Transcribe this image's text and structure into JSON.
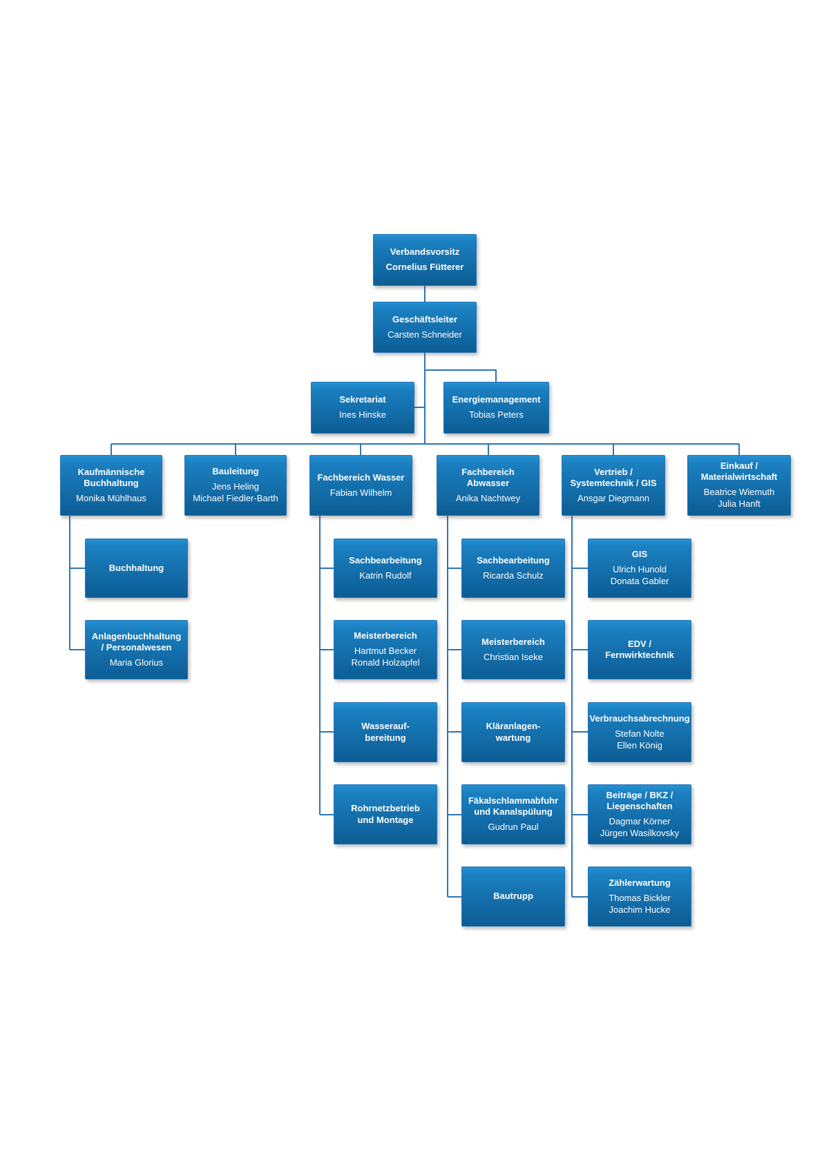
{
  "colors": {
    "box_top": "#2491d3",
    "box_mid": "#1b7fc0",
    "box_bottom": "#0c5d94",
    "box_border": "#2574b5",
    "connector": "#2e74b5",
    "text": "#ffffff"
  },
  "nodes": {
    "verbandsvorsitz": {
      "title": "Verbandsvorsitz",
      "names": [
        "Cornelius Fütterer"
      ]
    },
    "geschaeftsleiter": {
      "title": "Geschäftsleiter",
      "names": [
        "Carsten Schneider"
      ]
    },
    "sekretariat": {
      "title": "Sekretariat",
      "names": [
        "Ines Hinske"
      ]
    },
    "energiemanagement": {
      "title": "Energiemanagement",
      "names": [
        "Tobias Peters"
      ]
    },
    "kaufmaennische_buchhaltung": {
      "title": "Kaufmännische\nBuchhaltung",
      "names": [
        "Monika Mühlhaus"
      ]
    },
    "bauleitung": {
      "title": "Bauleitung",
      "names": [
        "Jens Heling",
        "Michael Fiedler-Barth"
      ]
    },
    "fachbereich_wasser": {
      "title": "Fachbereich Wasser",
      "names": [
        "Fabian Wilhelm"
      ]
    },
    "fachbereich_abwasser": {
      "title": "Fachbereich\nAbwasser",
      "names": [
        "Anika Nachtwey"
      ]
    },
    "vertrieb": {
      "title": "Vertrieb /\nSystemtechnik / GIS",
      "names": [
        "Ansgar Diegmann"
      ]
    },
    "einkauf": {
      "title": "Einkauf /\nMaterialwirtschaft",
      "names": [
        "Beatrice Wiemuth",
        "Julia Hanft"
      ]
    },
    "buchhaltung": {
      "title": "Buchhaltung"
    },
    "anlagenbuchhaltung": {
      "title": "Anlagenbuchhaltung\n/ Personalwesen",
      "names": [
        "Maria Glorius"
      ]
    },
    "sachbearbeitung_wasser": {
      "title": "Sachbearbeitung",
      "names": [
        "Katrin Rudolf"
      ]
    },
    "meisterbereich_wasser": {
      "title": "Meisterbereich",
      "names": [
        "Hartmut Becker",
        "Ronald Holzapfel"
      ]
    },
    "wasseraufbereitung": {
      "title": "Wasserauf-\nbereitung"
    },
    "rohrnetzbetrieb": {
      "title": "Rohrnetzbetrieb\nund Montage"
    },
    "sachbearbeitung_abwasser": {
      "title": "Sachbearbeitung",
      "names": [
        "Ricarda Schulz"
      ]
    },
    "meisterbereich_abwasser": {
      "title": "Meisterbereich",
      "names": [
        "Christian Iseke"
      ]
    },
    "klaeranlagenwartung": {
      "title": "Kläranlagen-\nwartung"
    },
    "faekalschlammabfuhr": {
      "title": "Fäkalschlammabfuhr\nund Kanalspülung",
      "names": [
        "Gudrun Paul"
      ]
    },
    "bautrupp": {
      "title": "Bautrupp"
    },
    "gis": {
      "title": "GIS",
      "names": [
        "Ulrich Hunold",
        "Donata Gabler"
      ]
    },
    "edv_fernwirktechnik": {
      "title": "EDV /\nFernwirktechnik"
    },
    "verbrauchsabrechnung": {
      "title": "Verbrauchsabrechnung",
      "names": [
        "Stefan Nolte",
        "Ellen König"
      ]
    },
    "beitraege": {
      "title": "Beiträge / BKZ /\nLiegenschaften",
      "names": [
        "Dagmar Körner",
        "Jürgen Wasilkovsky"
      ]
    },
    "zaehlerwartung": {
      "title": "Zählerwartung",
      "names": [
        "Thomas Bickler",
        "Joachim Hucke"
      ]
    }
  }
}
